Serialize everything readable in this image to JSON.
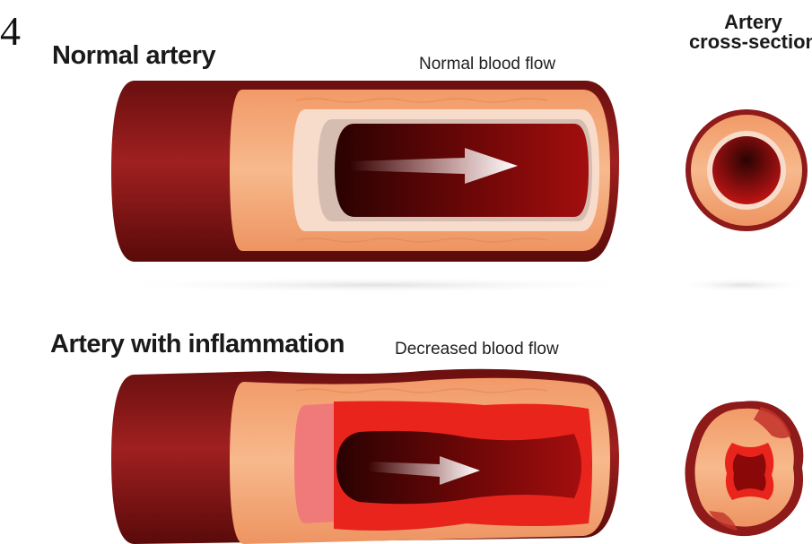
{
  "figure_number": "4",
  "normal": {
    "title": "Normal artery",
    "flow_label": "Normal blood flow"
  },
  "inflamed": {
    "title": "Artery with inflammation",
    "flow_label": "Decreased blood flow"
  },
  "cross_section": {
    "header_line1": "Artery",
    "header_line2": "cross-section"
  },
  "colors": {
    "outer_wall": "#8e1a1a",
    "outer_wall_dark": "#5e0b0b",
    "media": "#f1a070",
    "media_light": "#f7be92",
    "intima": "#f8dccb",
    "lumen_dark": "#3b0404",
    "lumen": "#9a0d0d",
    "inflamed_tissue": "#e8241c",
    "plaque_pink": "#f07a7a",
    "arrow": "#ffffff"
  }
}
